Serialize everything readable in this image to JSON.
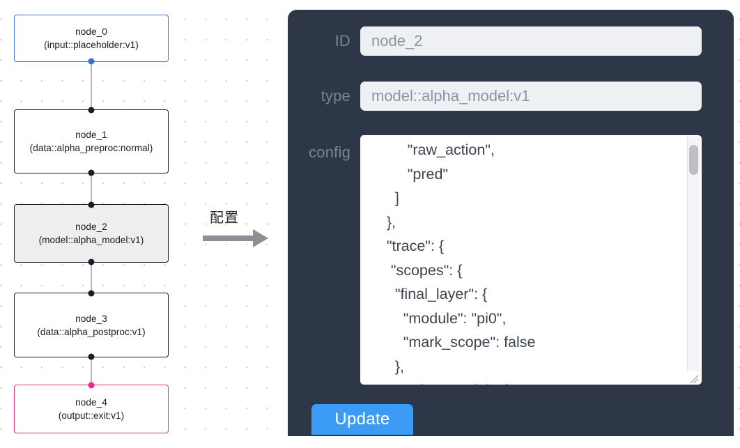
{
  "graph": {
    "background": "#ffffff",
    "dot_color": "#d0d0d4",
    "nodes": [
      {
        "id": "node_0",
        "title": "node_0",
        "subtitle": "(input::placeholder:v1)",
        "role": "input",
        "border_color": "#4a6fd9",
        "handle_color": "#3b6fdd",
        "selected": false
      },
      {
        "id": "node_1",
        "title": "node_1",
        "subtitle": "(data::alpha_preproc:normal)",
        "role": "data",
        "border_color": "#1b1b2b",
        "handle_color": "#1b1b2b",
        "selected": false
      },
      {
        "id": "node_2",
        "title": "node_2",
        "subtitle": "(model::alpha_model:v1)",
        "role": "model",
        "border_color": "#1b1b2b",
        "handle_color": "#1b1b2b",
        "selected": true
      },
      {
        "id": "node_3",
        "title": "node_3",
        "subtitle": "(data::alpha_postproc:v1)",
        "role": "data",
        "border_color": "#1b1b2b",
        "handle_color": "#1b1b2b",
        "selected": false
      },
      {
        "id": "node_4",
        "title": "node_4",
        "subtitle": "(output::exit:v1)",
        "role": "output",
        "border_color": "#e2338c",
        "handle_color": "#ef2a82",
        "selected": false
      }
    ],
    "edges": [
      {
        "from": "node_0",
        "to": "node_1"
      },
      {
        "from": "node_1",
        "to": "node_2"
      },
      {
        "from": "node_2",
        "to": "node_3"
      },
      {
        "from": "node_3",
        "to": "node_4"
      }
    ]
  },
  "transition": {
    "caption": "配置",
    "arrow_color": "#8e8e96"
  },
  "panel": {
    "background": "#2e3747",
    "accent": "#3c9cf5",
    "fields": [
      {
        "key": "id",
        "label": "ID",
        "value": "node_2"
      },
      {
        "key": "type",
        "label": "type",
        "value": "model::alpha_model:v1"
      },
      {
        "key": "config",
        "label": "config",
        "value": ""
      }
    ],
    "id_label": "ID",
    "id_value": "node_2",
    "type_label": "type",
    "type_value": "model::alpha_model:v1",
    "config_label": "config",
    "config_value": "          \"raw_action\",\n          \"pred\"\n       ]\n     },\n     \"trace\": {\n      \"scopes\": {\n       \"final_layer\": {\n         \"module\": \"pi0\",\n         \"mark_scope\": false\n       },\n       \"action_model\": {",
    "update_label": "Update",
    "scrollbar": {
      "visible": true,
      "thumb_color": "#bfbfc3",
      "track_color": "#f4f4f6"
    }
  }
}
